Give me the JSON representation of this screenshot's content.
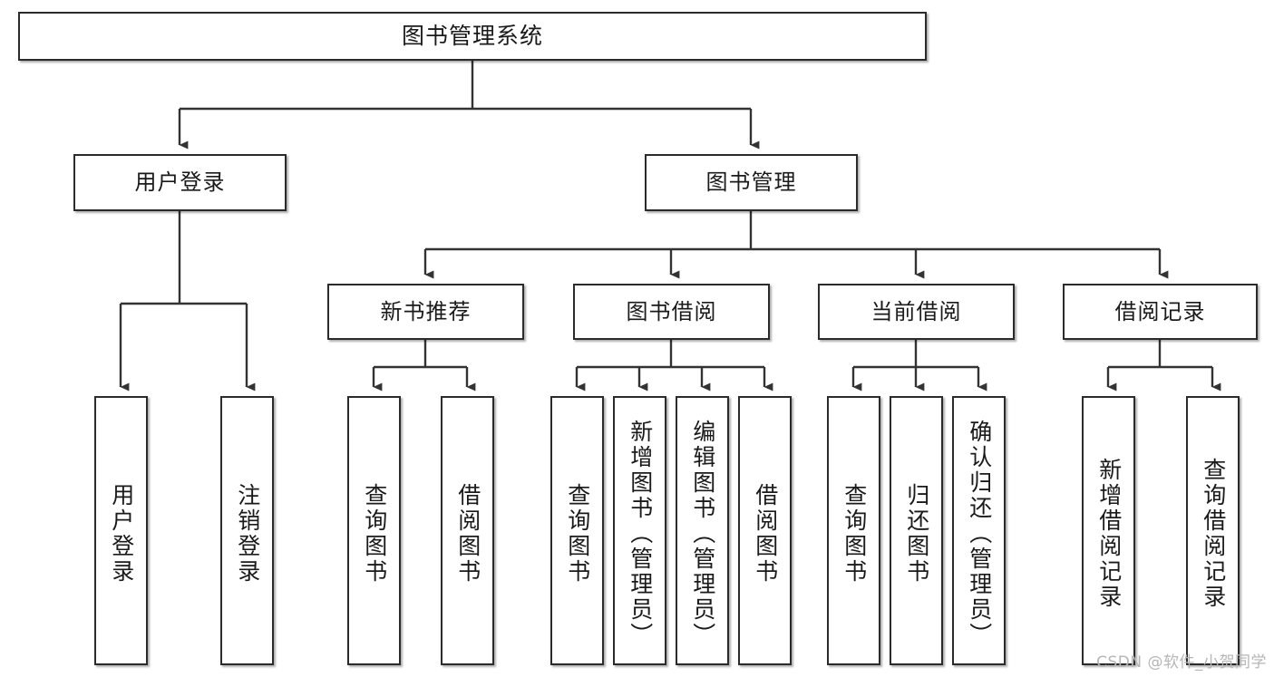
{
  "diagram": {
    "type": "tree-hierarchy",
    "title": "图书管理系统",
    "watermark": "CSDN @软件_小贺同学",
    "colors": {
      "box_border": "#2b2b2b",
      "box_fill": "#ffffff",
      "connector": "#333333",
      "text": "#1a1a1a",
      "watermark": "#b6b6b6",
      "background": "#ffffff"
    },
    "nodes": {
      "root": {
        "label": "图书管理系统"
      },
      "level2": [
        {
          "label": "用户登录"
        },
        {
          "label": "图书管理"
        }
      ],
      "level3": [
        {
          "label": "新书推荐"
        },
        {
          "label": "图书借阅"
        },
        {
          "label": "当前借阅"
        },
        {
          "label": "借阅记录"
        }
      ],
      "leaves": {
        "user_login": [
          {
            "label": "用户登录"
          },
          {
            "label": "注销登录"
          }
        ],
        "new_book": [
          {
            "label": "查询图书"
          },
          {
            "label": "借阅图书"
          }
        ],
        "book_borrow": [
          {
            "label": "查询图书"
          },
          {
            "label": "新增图书（管理员）"
          },
          {
            "label": "编辑图书（管理员）"
          },
          {
            "label": "借阅图书"
          }
        ],
        "current_borrow": [
          {
            "label": "查询图书"
          },
          {
            "label": "归还图书"
          },
          {
            "label": "确认归还（管理员）"
          }
        ],
        "borrow_record": [
          {
            "label": "新增借阅记录"
          },
          {
            "label": "查询借阅记录"
          }
        ]
      }
    }
  }
}
